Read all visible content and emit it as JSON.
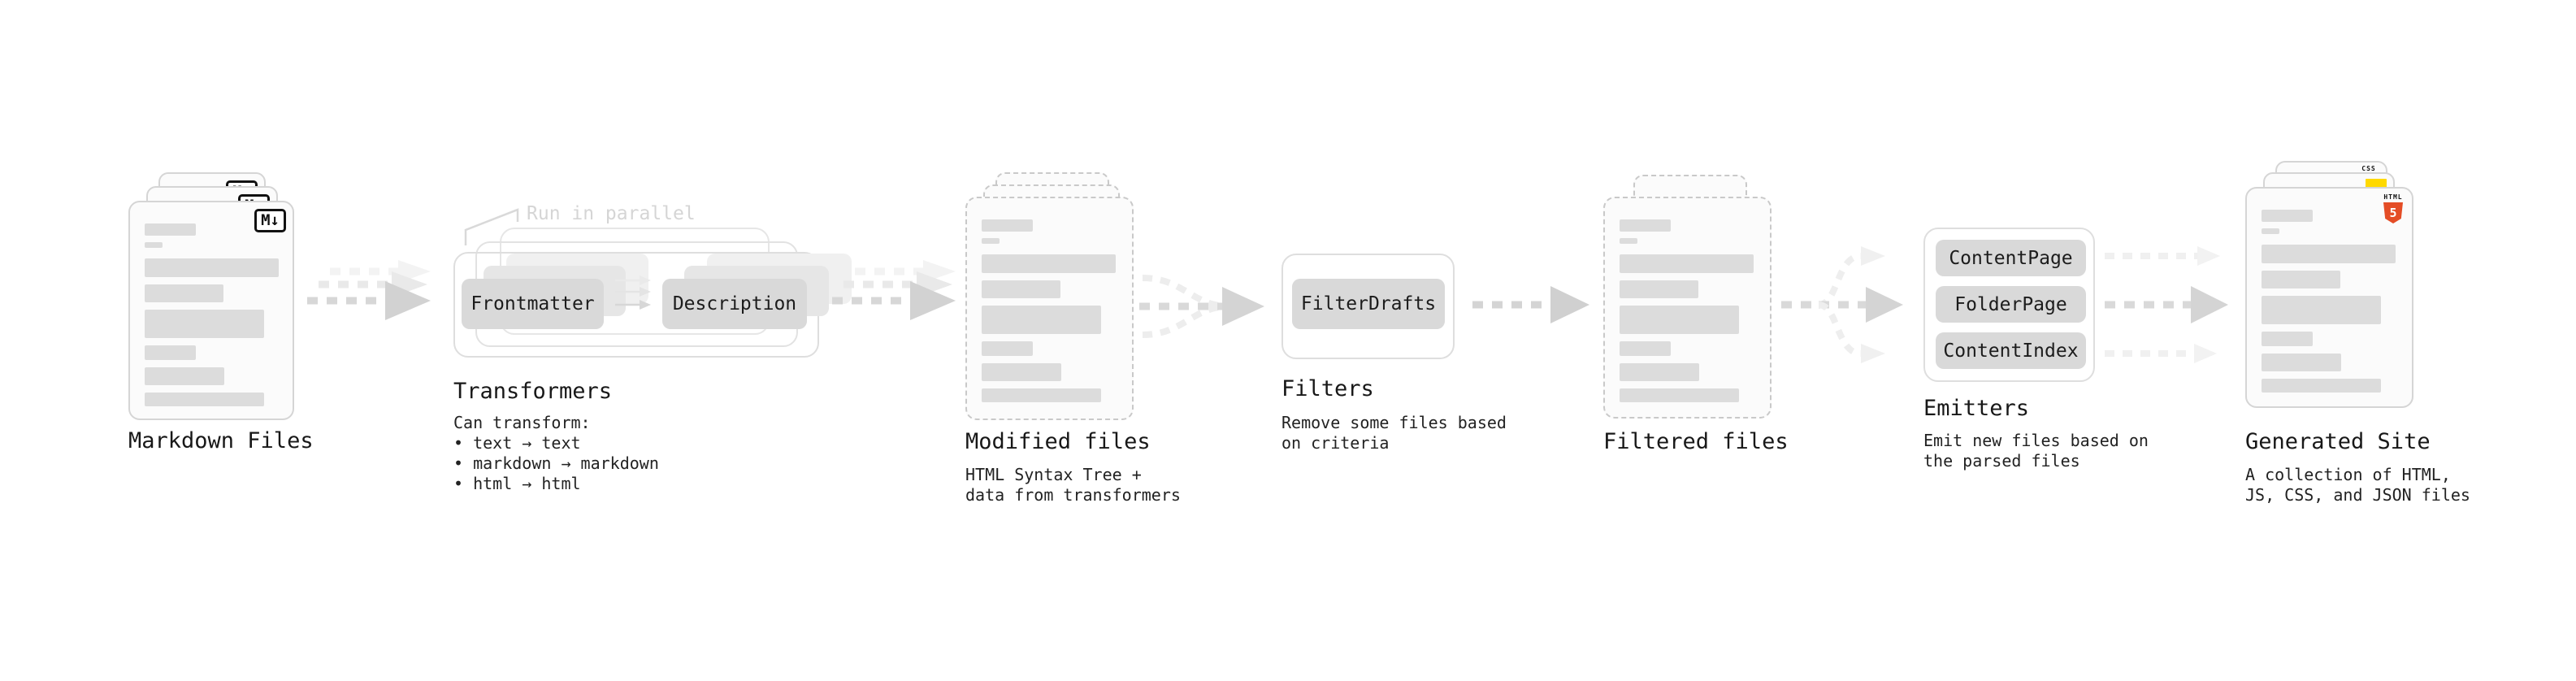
{
  "stages": {
    "markdown_files": {
      "label": "Markdown Files",
      "badge": "M↓"
    },
    "transformers": {
      "annotation": "Run in parallel",
      "chip_left": "Frontmatter",
      "chip_right": "Description",
      "title": "Transformers",
      "description": "Can transform:\n • text → text\n • markdown → markdown\n • html → html"
    },
    "modified_files": {
      "title": "Modified files",
      "description": "HTML Syntax Tree +\ndata from transformers"
    },
    "filters": {
      "chip": "FilterDrafts",
      "title": "Filters",
      "description": "Remove some files based\non criteria"
    },
    "filtered_files": {
      "title": "Filtered files"
    },
    "emitters": {
      "chips": [
        "ContentPage",
        "FolderPage",
        "ContentIndex"
      ],
      "title": "Emitters",
      "description": "Emit new files based on\nthe parsed files"
    },
    "generated_site": {
      "title": "Generated Site",
      "description": "A collection of HTML,\nJS, CSS, and JSON files",
      "badge_css": "CSS",
      "badge_html_label": "HTML",
      "badge_html_number": "5"
    }
  },
  "colors": {
    "html5_orange": "#e44d26",
    "js_yellow": "#ffd900",
    "css_blue": "#2965f1"
  }
}
